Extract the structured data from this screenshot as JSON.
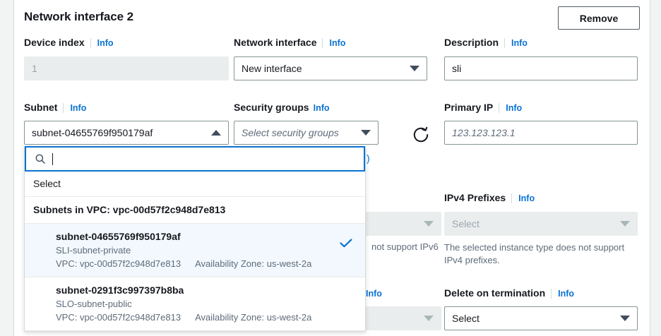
{
  "panel": {
    "title": "Network interface 2",
    "remove_label": "Remove"
  },
  "info_label": "Info",
  "fields": {
    "device_index": {
      "label": "Device index",
      "value": "1",
      "disabled": true
    },
    "network_interface": {
      "label": "Network interface",
      "value": "New interface"
    },
    "description": {
      "label": "Description",
      "value": "sli"
    },
    "subnet": {
      "label": "Subnet",
      "value": "subnet-04655769f950179af",
      "search_value": "",
      "expanded": true
    },
    "security_groups": {
      "label": "Security groups",
      "placeholder": "Select security groups"
    },
    "primary_ip": {
      "label": "Primary IP",
      "placeholder": "123.123.123.1",
      "value": ""
    },
    "ipv6_ips": {
      "placeholder": "",
      "help_text": "not support IPv6",
      "disabled": true
    },
    "ipv4_prefixes": {
      "label": "IPv4 Prefixes",
      "placeholder": "Select",
      "help_text": "The selected instance type does not support IPv4 prefixes.",
      "disabled": true
    },
    "ipv6_prefixes": {
      "placeholder": "",
      "disabled": true
    },
    "delete_on_termination": {
      "label": "Delete on termination",
      "placeholder": "Select"
    }
  },
  "subnet_dropdown": {
    "search_placeholder": "",
    "plain_option": "Select",
    "group_header": "Subnets in VPC: vpc-00d57f2c948d7e813",
    "items": [
      {
        "id": "subnet-04655769f950179af",
        "name": "SLI-subnet-private",
        "vpc": "VPC: vpc-00d57f2c948d7e813",
        "az": "Availability Zone: us-west-2a",
        "selected": true
      },
      {
        "id": "subnet-0291f3c997397b8ba",
        "name": "SLO-subnet-public",
        "vpc": "VPC: vpc-00d57f2c948d7e813",
        "az": "Availability Zone: us-west-2a",
        "selected": false
      }
    ]
  },
  "misc": {
    "sg_link_tail": ")"
  },
  "colors": {
    "link": "#0972d3",
    "selected_row_bg": "#f2f8fd",
    "focus_border": "#0972d3",
    "disabled_bg": "#eaeded",
    "text": "#16191f",
    "muted": "#5f6b7a"
  }
}
